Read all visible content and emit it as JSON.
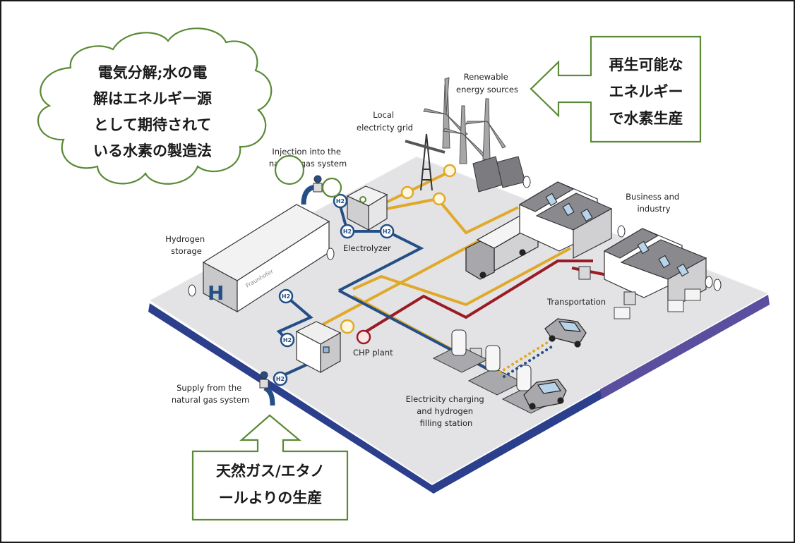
{
  "diagram": {
    "type": "hydrogen energy system infographic",
    "colors": {
      "platform_top": "#e3e3e5",
      "platform_edge": "#2b3f8c",
      "platform_edge_right": "#5a4f9e",
      "hydrogen_line": "#244f86",
      "electricity_line": "#e0a92a",
      "heat_line": "#9b1b25",
      "callout_border": "#5a8a35"
    },
    "labels": {
      "renewable": [
        "Renewable",
        "energy sources"
      ],
      "grid": [
        "Local",
        "electricty grid"
      ],
      "injection": [
        "Injection into the",
        "natural gas system"
      ],
      "storage": [
        "Hydrogen",
        "storage"
      ],
      "electrolyzer": "Electrolyzer",
      "business": [
        "Business and",
        "industry"
      ],
      "transportation": "Transportation",
      "chp": "CHP plant",
      "station": [
        "Electricity charging",
        "and hydrogen",
        "filling station"
      ],
      "supply": [
        "Supply from the",
        "natural gas system"
      ],
      "h2_badge": "H2",
      "storage_brand": "Fraunhofer"
    },
    "callouts": {
      "cloud": {
        "lines": [
          "電気分解;水の電",
          "解はエネルギー源",
          "として期待されて",
          "いる水素の製造法"
        ]
      },
      "renewable_arrow": {
        "lines": [
          "再生可能な",
          "エネルギー",
          "で水素生産"
        ]
      },
      "natural_gas_arrow": {
        "lines": [
          "天然ガス/エタノ",
          "ールよりの生産"
        ]
      }
    }
  }
}
